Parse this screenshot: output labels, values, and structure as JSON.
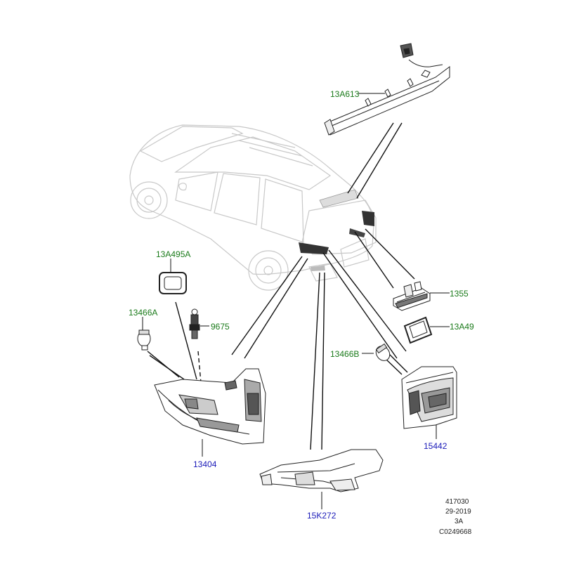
{
  "labels": {
    "high_mount_lamp": "13A613",
    "gasket_left": "13A495A",
    "bulb_left": "13466A",
    "bulb_socket": "9675",
    "licence_lamp": "1355",
    "gasket_right": "13A49",
    "bulb_right": "13466B",
    "tail_lamp_left": "13404",
    "reflector_lamp": "15K272",
    "tail_lamp_right": "15442"
  },
  "metadata": {
    "line1": "417030",
    "line2": "29-2019",
    "line3": "3A",
    "line4": "C0249668"
  },
  "colors": {
    "green_label": "#1a7a1a",
    "blue_label": "#1a1ab8",
    "line": "#111111",
    "ghost": "#c8c8c8"
  }
}
